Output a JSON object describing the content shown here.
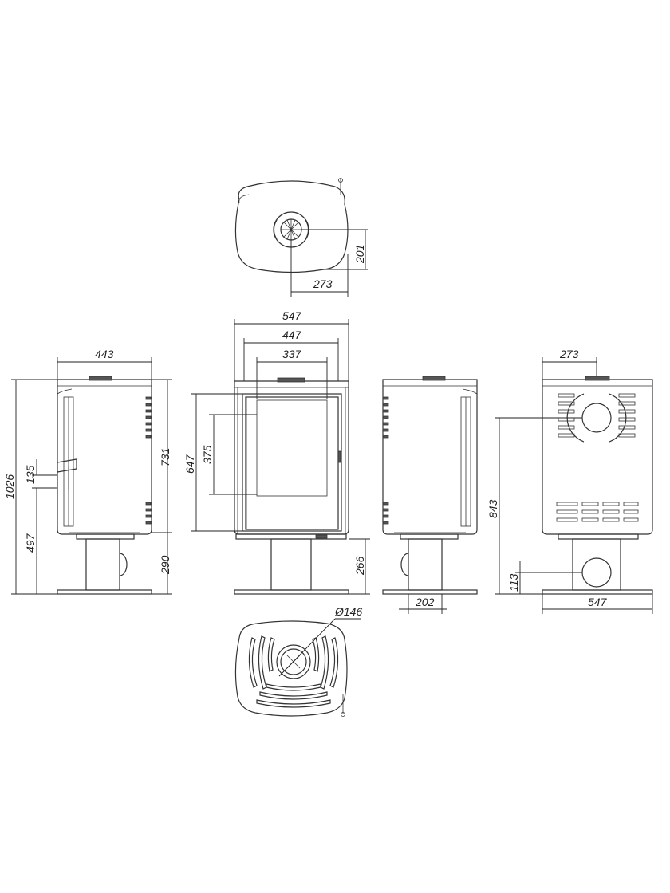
{
  "dimensions": {
    "top_view_depth": "201",
    "top_view_offset": "273",
    "front_total_width": "547",
    "front_inner_width": "447",
    "front_glass_width": "337",
    "side_width": "443",
    "total_height": "1026",
    "body_height": "731",
    "handle_height": "135",
    "base_to_handle": "497",
    "pedestal_height": "290",
    "door_height": "647",
    "glass_height": "375",
    "front_pedestal_height": "266",
    "side_pedestal_offset": "202",
    "rear_top_offset": "273",
    "rear_outlet_height": "843",
    "rear_inlet_height": "113",
    "rear_base_width": "547",
    "flue_diameter": "Ø146"
  }
}
